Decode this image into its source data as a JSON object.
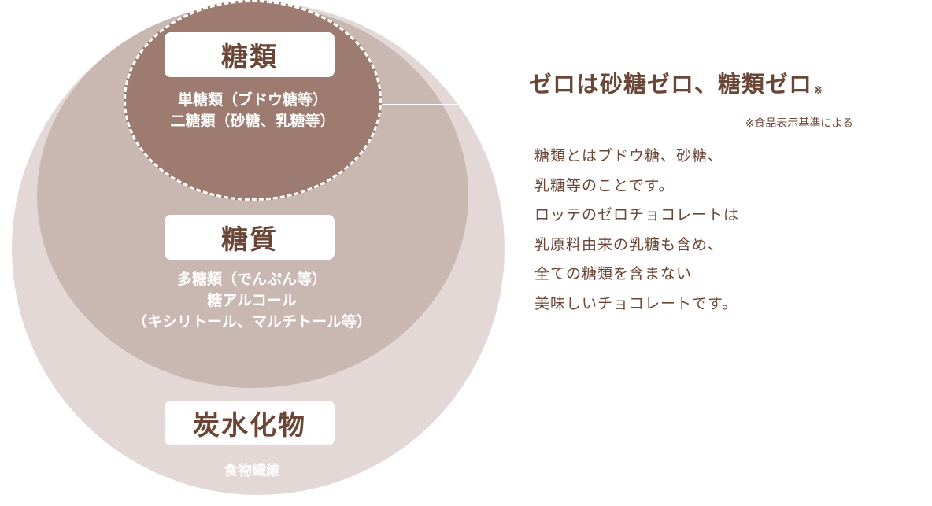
{
  "diagram": {
    "outer": {
      "label": "炭水化物",
      "lines": [
        "食物繊維"
      ]
    },
    "middle": {
      "label": "糖質",
      "lines": [
        "多糖類（でんぷん等）",
        "糖アルコール",
        "（キシリトール、マルチトール等）"
      ]
    },
    "inner": {
      "label": "糖類",
      "lines": [
        "単糖類（ブドウ糖等）",
        "二糖類（砂糖、乳糖等）"
      ]
    }
  },
  "info": {
    "headline": "ゼロは砂糖ゼロ、糖類ゼロ",
    "headline_mark": "※",
    "footnote": "※食品表示基準による",
    "body_lines": [
      "糖類とはブドウ糖、砂糖、",
      "乳糖等のことです。",
      "ロッテのゼロチョコレートは",
      "乳原料由来の乳糖も含め、",
      "全ての糖類を含まない",
      "美味しいチョコレートです。"
    ]
  },
  "colors": {
    "outer_circle": "#e3d8d5",
    "middle_circle": "#c9b7b2",
    "inner_circle": "#9e7b70",
    "text_brown": "#6b4637"
  }
}
